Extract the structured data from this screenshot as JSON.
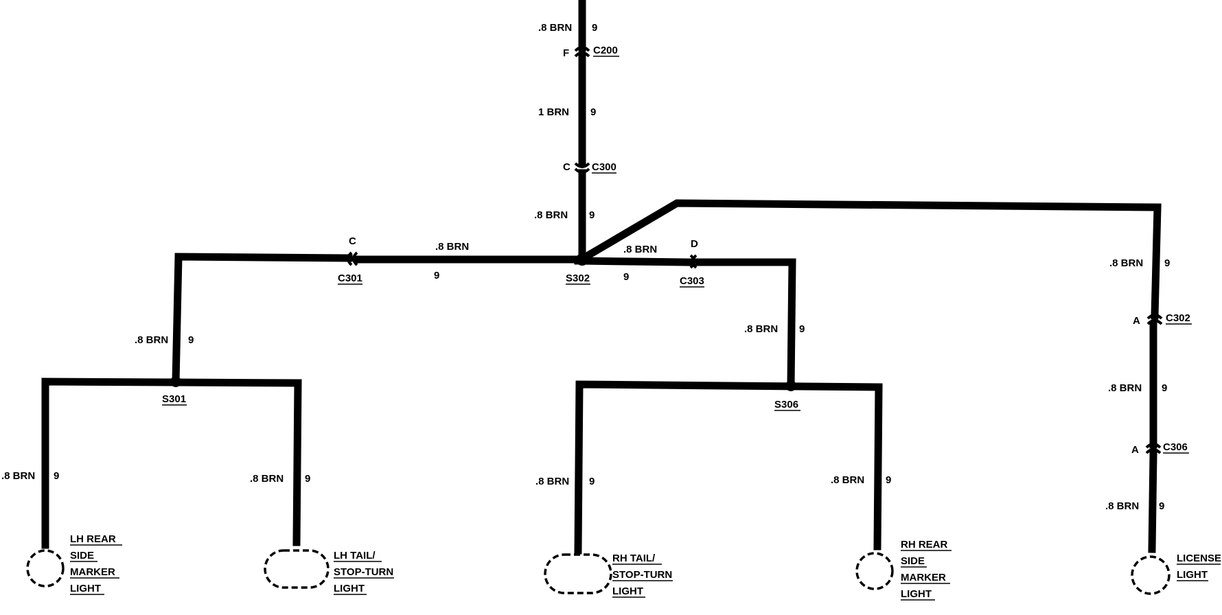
{
  "wire_label": ".8 BRN",
  "wire_label_1": "1 BRN",
  "circuit": "9",
  "connectors": {
    "c200": {
      "name": "C200",
      "pin": "F"
    },
    "c300": {
      "name": "C300",
      "pin": "C"
    },
    "c301": {
      "name": "C301",
      "pin": "C"
    },
    "c303": {
      "name": "C303",
      "pin": "D"
    },
    "c302": {
      "name": "C302",
      "pin": "A"
    },
    "c306": {
      "name": "C306",
      "pin": "A"
    }
  },
  "splices": {
    "s302": "S302",
    "s301": "S301",
    "s306": "S306"
  },
  "lights": {
    "lh_side": [
      "LH REAR",
      "SIDE",
      "MARKER",
      "LIGHT"
    ],
    "lh_tail": [
      "LH TAIL/",
      "STOP-TURN",
      "LIGHT"
    ],
    "rh_tail": [
      "RH TAIL/",
      "STOP-TURN",
      "LIGHT"
    ],
    "rh_side": [
      "RH REAR",
      "SIDE",
      "MARKER",
      "LIGHT"
    ],
    "license": [
      "LICENSE",
      "LIGHT"
    ]
  }
}
